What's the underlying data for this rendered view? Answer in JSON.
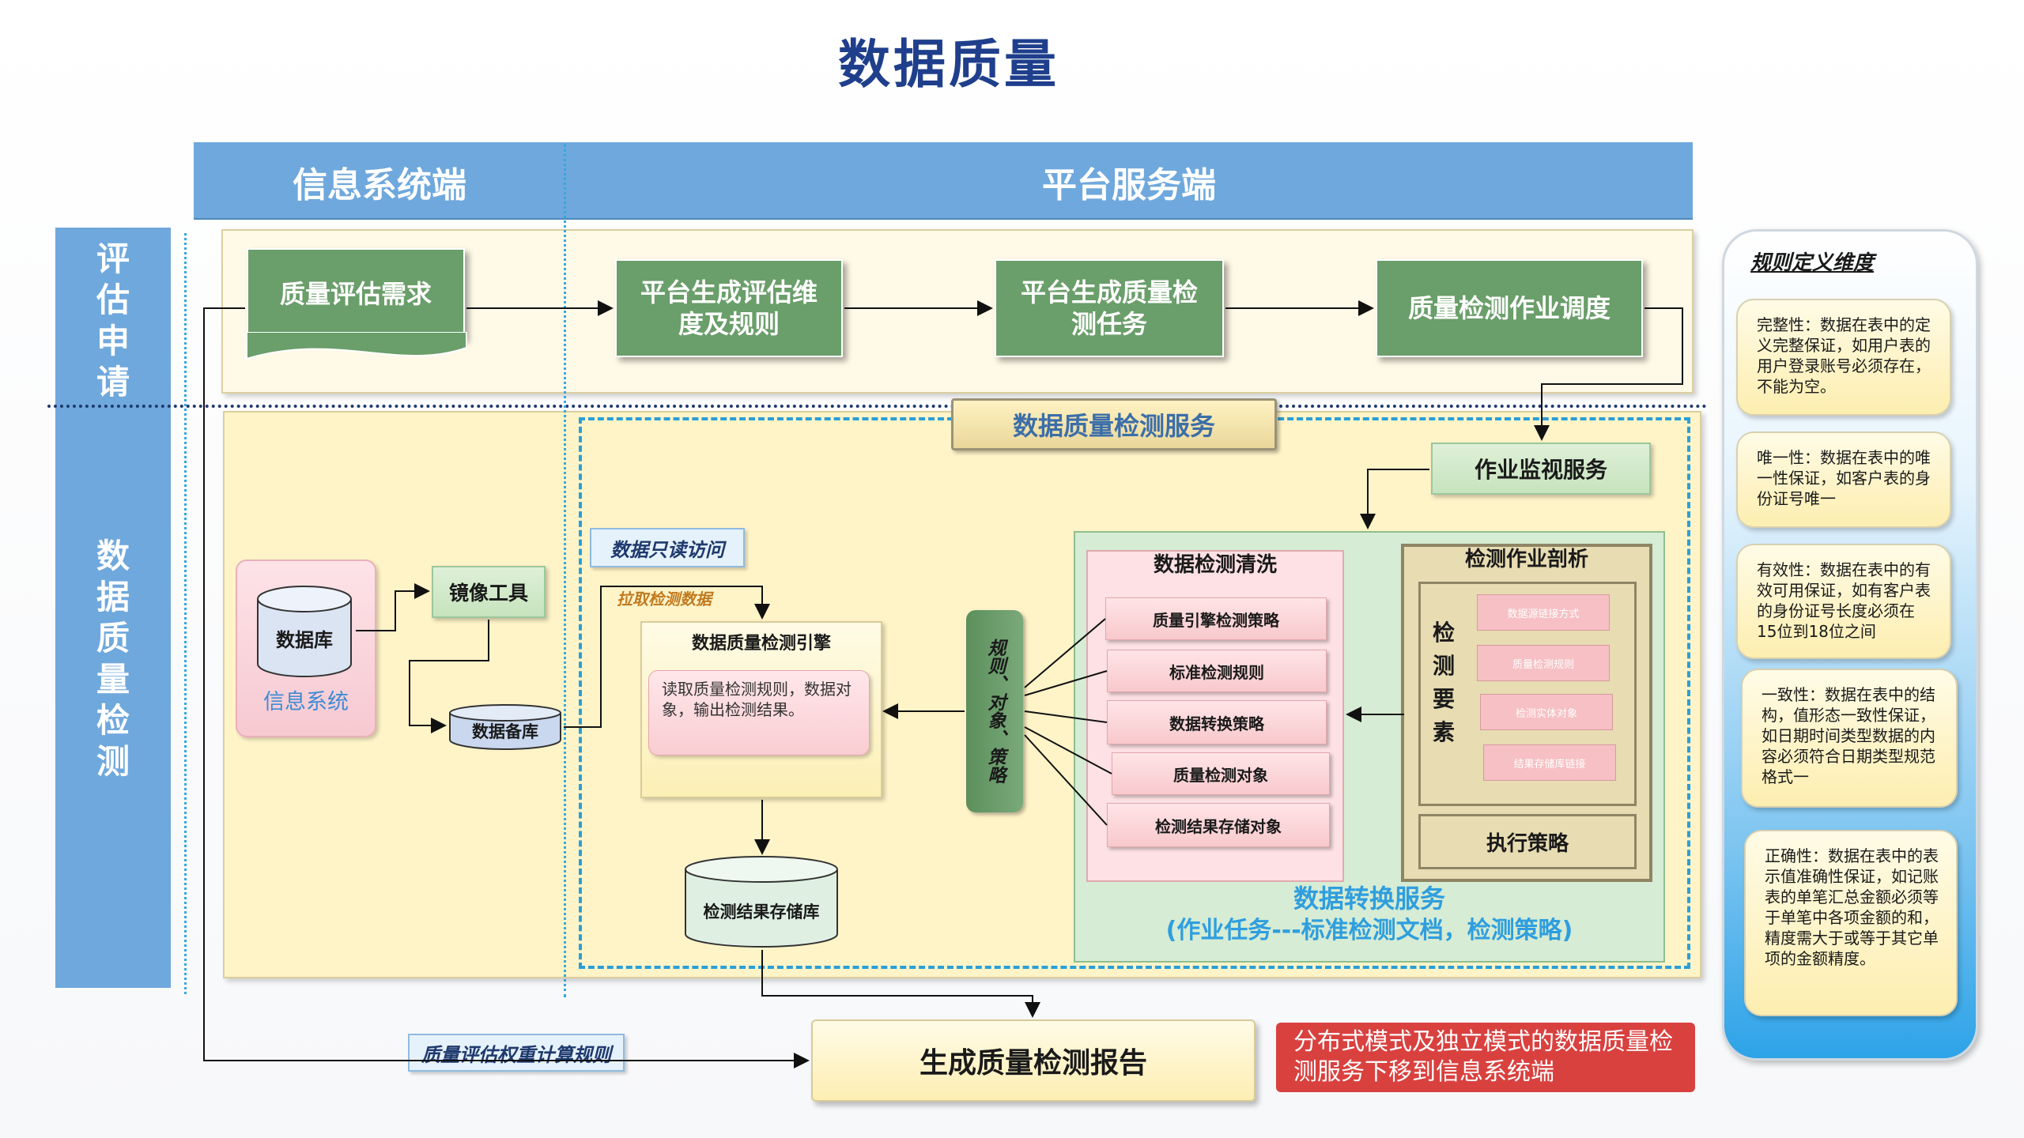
{
  "title": "数据质量",
  "header": {
    "left": "信息系统端",
    "right": "平台服务端"
  },
  "side": {
    "top": "评估申请",
    "bottom": "数据质量检测"
  },
  "row1": {
    "step1": "质量评估需求",
    "step2": "平台生成评估维度及规则",
    "step3": "平台生成质量检测任务",
    "step4": "质量检测作业调度"
  },
  "service": {
    "title": "数据质量检测服务",
    "monitor": "作业监视服务",
    "readonly_access": "数据只读访问",
    "pull_data": "拉取检测数据",
    "engine_title": "数据质量检测引擎",
    "engine_desc": "读取质量检测规则，数据对象，输出检测结果。",
    "strategy_bar": "规则、对象、策略",
    "clean_title": "数据检测清洗",
    "clean_items": [
      "质量引擎检测策略",
      "标准检测规则",
      "数据转换策略",
      "质量检测对象",
      "检测结果存储对象"
    ],
    "analysis_title": "检测作业剖析",
    "elements_label": "检测要素",
    "elements": [
      "数据源链接方式",
      "质量检测规则",
      "检测实体对象",
      "结果存储库链接"
    ],
    "exec_strategy": "执行策略",
    "convert_title": "数据转换服务",
    "convert_sub": "(作业任务---标准检测文档，检测策略)"
  },
  "info_system": {
    "db": "数据库",
    "label": "信息系统",
    "mirror": "镜像工具",
    "backup": "数据备库"
  },
  "result_store": "检测结果存储库",
  "weight_rule": "质量评估权重计算规则",
  "report": "生成质量检测报告",
  "note": "分布式模式及独立模式的数据质量检测服务下移到信息系统端",
  "rules_panel": {
    "title": "规则定义维度",
    "cards": [
      "完整性：数据在表中的定义完整保证，如用户表的用户登录账号必须存在，不能为空。",
      "唯一性：数据在表中的唯一性保证，如客户表的身份证号唯一",
      "有效性：数据在表中的有效可用保证，如有客户表的身份证号长度必须在15位到18位之间",
      "一致性：数据在表中的结构，值形态一致性保证，如日期时间类型数据的内容必须符合日期类型规范格式一",
      "正确性：数据在表中的表示值准确性保证，如记账表的单笔汇总金额必须等于单笔中各项金额的和，精度需大于或等于其它单项的金额精度。"
    ]
  },
  "colors": {
    "header_blue": "#6fa8dc",
    "step_green": "#6a9e6a",
    "title_blue": "#1f3f8c",
    "note_red": "#d9413f",
    "service_dash": "#2a9fd8"
  }
}
